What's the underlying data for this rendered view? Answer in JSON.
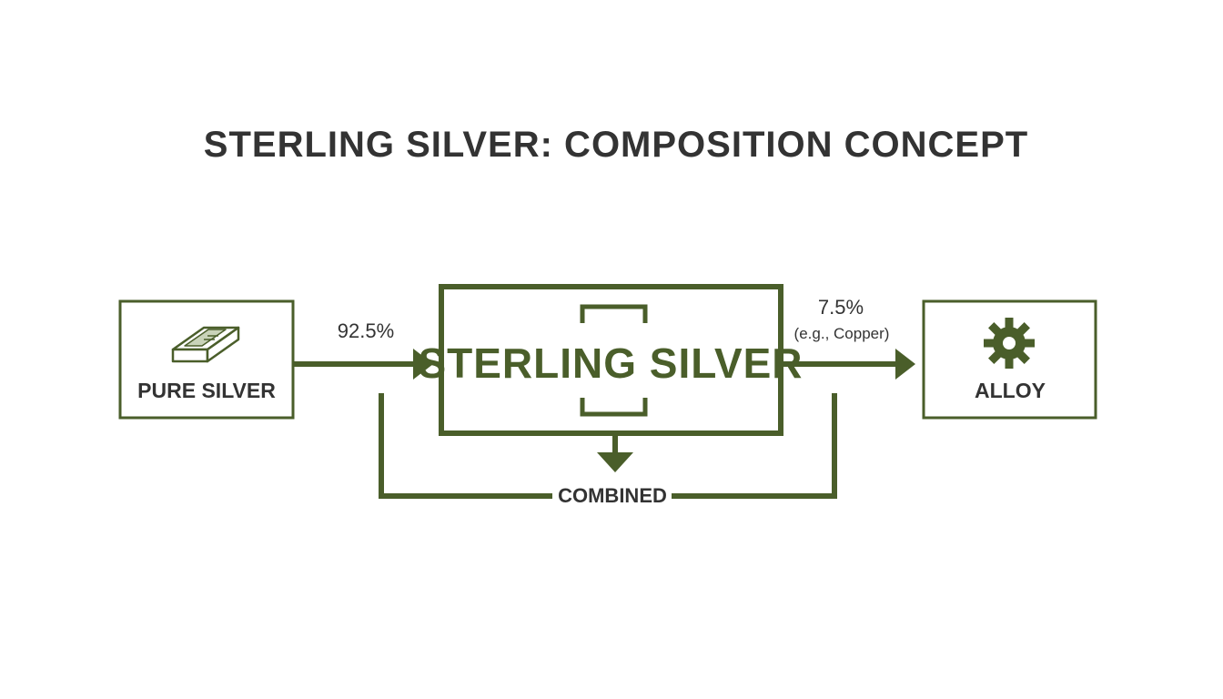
{
  "title": "STERLING SILVER: COMPOSITION CONCEPT",
  "colors": {
    "accent": "#4a5e2a",
    "text": "#333333",
    "background": "#ffffff"
  },
  "nodes": {
    "pure_silver": {
      "label": "PURE SILVER",
      "icon": "silver-ingot-icon"
    },
    "sterling_silver": {
      "label": "STERLING SILVER"
    },
    "alloy": {
      "label": "ALLOY",
      "icon": "gear-icon"
    }
  },
  "edges": {
    "pure_to_sterling": {
      "label": "92.5%"
    },
    "sterling_to_alloy": {
      "label": "7.5%",
      "note": "(e.g., Copper)"
    },
    "combined": {
      "label": "COMBINED"
    }
  }
}
